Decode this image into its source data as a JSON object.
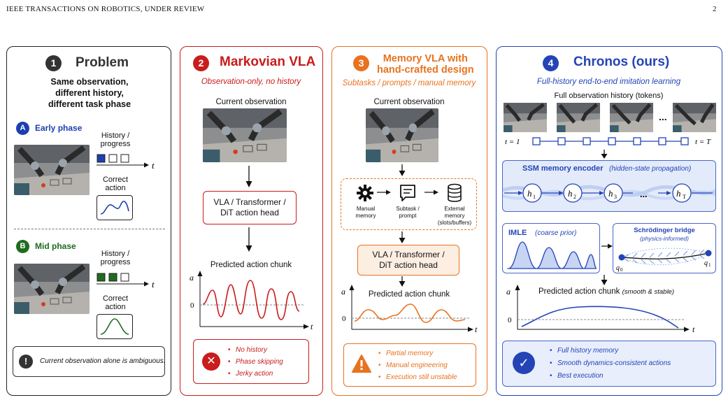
{
  "header": {
    "journal": "IEEE TRANSACTIONS ON ROBOTICS, UNDER REVIEW",
    "page_number": "2"
  },
  "panel1": {
    "number": "1",
    "title": "Problem",
    "heading": [
      "Same observation,",
      "different history,",
      "different task phase"
    ],
    "early": {
      "badge": "A",
      "title": "Early phase",
      "history_label": [
        "History /",
        "progress"
      ],
      "correct_label": [
        "Correct",
        "action"
      ],
      "progress_filled": 1,
      "progress_total": 3,
      "axis_label": "t"
    },
    "mid": {
      "badge": "B",
      "title": "Mid phase",
      "history_label": [
        "History /",
        "progress"
      ],
      "correct_label": [
        "Correct",
        "action"
      ],
      "progress_filled": 2,
      "progress_total": 3,
      "axis_label": "t"
    },
    "note": "Current observation alone is ambiguous.",
    "colors": {
      "early": "#1d3fb0",
      "mid": "#1f6b1f",
      "dark": "#333333"
    }
  },
  "panel2": {
    "number": "2",
    "title": "Markovian VLA",
    "subtitle": "Observation-only, no history",
    "obs_label": "Current observation",
    "model_box": [
      "VLA / Transformer /",
      "DiT action head"
    ],
    "chunk_label": "Predicted action chunk",
    "axis": {
      "y": "a",
      "x": "t",
      "zero": "0"
    },
    "issues": [
      "No history",
      "Phase skipping",
      "Jerky action"
    ],
    "color": "#c91c1c"
  },
  "panel3": {
    "number": "3",
    "title": [
      "Memory VLA with",
      "hand-crafted design"
    ],
    "subtitle": "Subtasks / prompts / manual memory",
    "obs_label": "Current observation",
    "modules": [
      {
        "icon": "gear-icon",
        "label": [
          "Manual",
          "memory"
        ]
      },
      {
        "icon": "document-icon",
        "label": [
          "Subtask /",
          "prompt"
        ]
      },
      {
        "icon": "database-icon",
        "label": [
          "External",
          "memory",
          "(slots/buffers)"
        ]
      }
    ],
    "model_box": [
      "VLA / Transformer /",
      "DiT action head"
    ],
    "chunk_label": "Predicted action chunk",
    "axis": {
      "y": "a",
      "x": "t",
      "zero": "0"
    },
    "issues": [
      "Partial memory",
      "Manual engineering",
      "Execution still unstable"
    ],
    "color": "#e8731f"
  },
  "panel4": {
    "number": "4",
    "title": "Chronos (ours)",
    "subtitle": "Full-history end-to-end imitation learning",
    "history_label": "Full observation history (tokens)",
    "ellipsis": "...",
    "t_start": "t = 1",
    "t_end": "t = T",
    "ssm": {
      "title": "SSM memory encoder",
      "note": "(hidden-state propagation)",
      "states": [
        "h",
        "h",
        "h",
        "h"
      ],
      "state_subs": [
        "1",
        "2",
        "3",
        "T"
      ],
      "ellipsis": "..."
    },
    "imle": {
      "title": "IMLE",
      "note": "(coarse prior)"
    },
    "bridge": {
      "title": "Schrödinger bridge",
      "note": "(physics-informed)",
      "q0": "q",
      "q0_sub": "0",
      "q1": "q",
      "q1_sub": "1"
    },
    "chunk_label": "Predicted action chunk",
    "chunk_note": "(smooth & stable)",
    "axis": {
      "y": "a",
      "x": "t",
      "zero": "0"
    },
    "benefits": [
      "Full history memory",
      "Smooth dynamics-consistent actions",
      "Best execution"
    ],
    "color": "#2444b6"
  }
}
